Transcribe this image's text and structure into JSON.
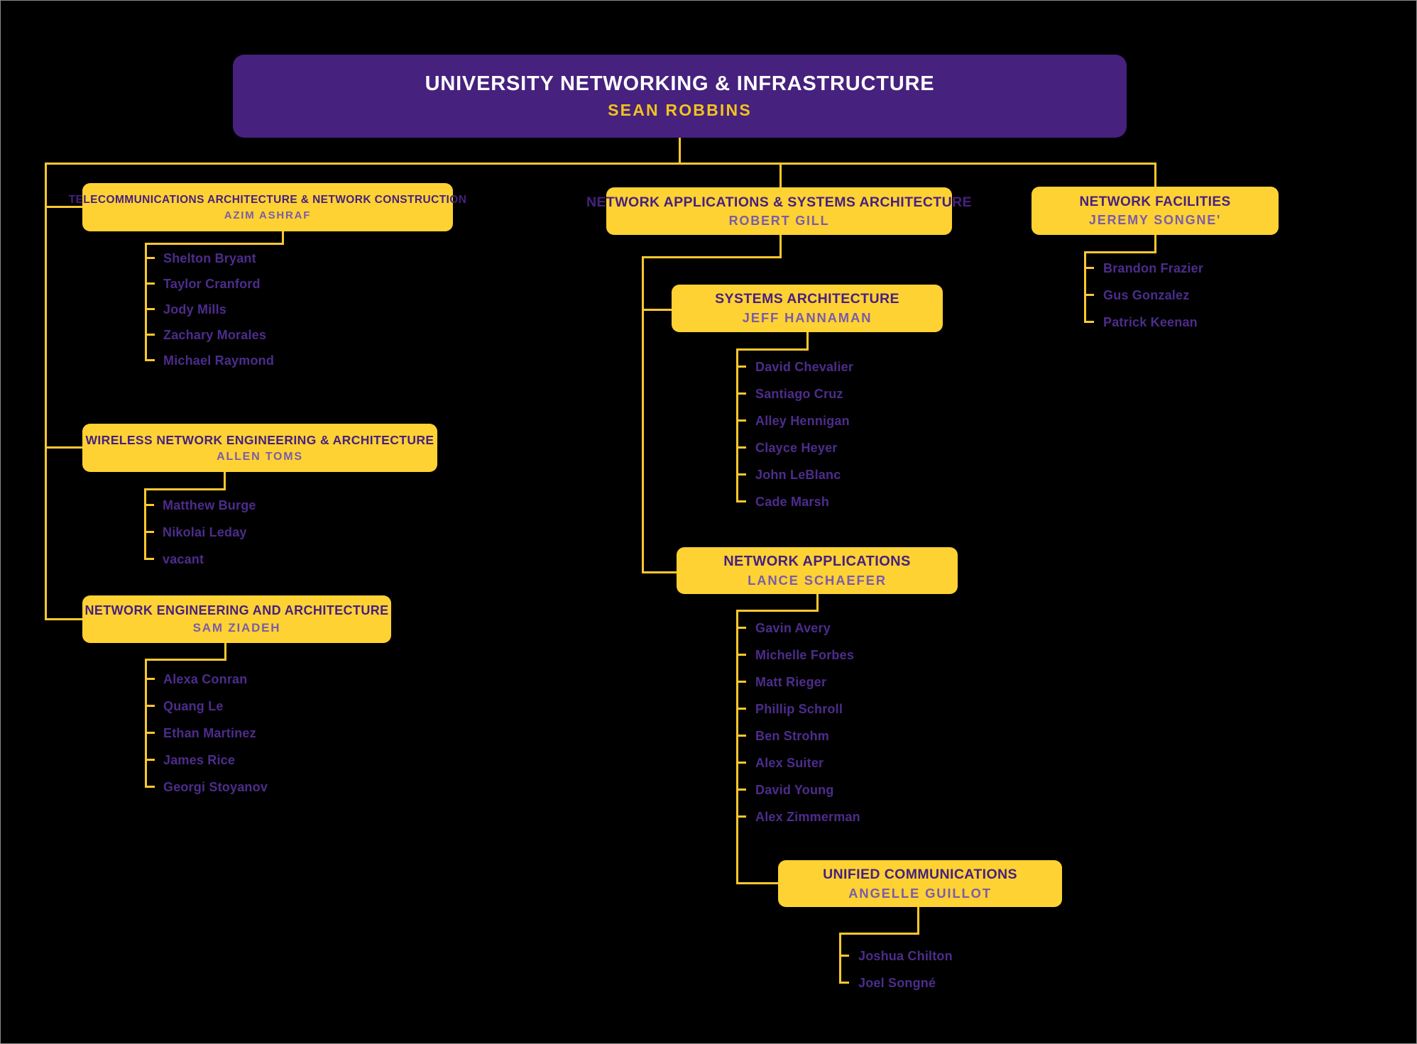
{
  "colors": {
    "background": "#000000",
    "box_yellow": "#FFD233",
    "line_yellow": "#FFC82F",
    "deep_purple": "#46217E",
    "lead_purple": "#7A5CA8",
    "member_purple": "#4D2C8C",
    "root_title": "#FFFFFF",
    "root_name_gold": "#F3C31D"
  },
  "root": {
    "title": "UNIVERSITY NETWORKING & INFRASTRUCTURE",
    "name": "SEAN ROBBINS"
  },
  "departments": [
    {
      "id": "telecom",
      "title": "TELECOMMUNICATIONS ARCHITECTURE & NETWORK CONSTRUCTION",
      "lead": "AZIM ASHRAF",
      "members": [
        "Shelton Bryant",
        "Taylor Cranford",
        "Jody Mills",
        "Zachary Morales",
        "Michael Raymond"
      ]
    },
    {
      "id": "wireless",
      "title": "WIRELESS NETWORK ENGINEERING & ARCHITECTURE",
      "lead": "ALLEN TOMS",
      "members": [
        "Matthew Burge",
        "Nikolai Leday",
        "vacant"
      ]
    },
    {
      "id": "neteng",
      "title": "NETWORK ENGINEERING AND ARCHITECTURE",
      "lead": "SAM ZIADEH",
      "members": [
        "Alexa Conran",
        "Quang Le",
        "Ethan Martinez",
        "James Rice",
        "Georgi Stoyanov"
      ]
    },
    {
      "id": "netapps-sys",
      "title": "NETWORK APPLICATIONS & SYSTEMS ARCHITECTURE",
      "lead": "ROBERT GILL",
      "members": []
    },
    {
      "id": "sysarch",
      "title": "SYSTEMS ARCHITECTURE",
      "lead": "JEFF HANNAMAN",
      "members": [
        "David Chevalier",
        "Santiago Cruz",
        "Alley Hennigan",
        "Clayce Heyer",
        "John LeBlanc",
        "Cade Marsh"
      ]
    },
    {
      "id": "netapps",
      "title": "NETWORK APPLICATIONS",
      "lead": "LANCE SCHAEFER",
      "members": [
        "Gavin Avery",
        "Michelle Forbes",
        "Matt Rieger",
        "Phillip Schroll",
        "Ben Strohm",
        "Alex Suiter",
        "David Young",
        "Alex Zimmerman"
      ]
    },
    {
      "id": "unified",
      "title": "UNIFIED COMMUNICATIONS",
      "lead": "ANGELLE GUILLOT",
      "members": [
        "Joshua Chilton",
        "Joel Songné"
      ]
    },
    {
      "id": "facilities",
      "title": "NETWORK FACILITIES",
      "lead": "JEREMY SONGNE'",
      "members": [
        "Brandon Frazier",
        "Gus Gonzalez",
        "Patrick Keenan"
      ]
    }
  ]
}
